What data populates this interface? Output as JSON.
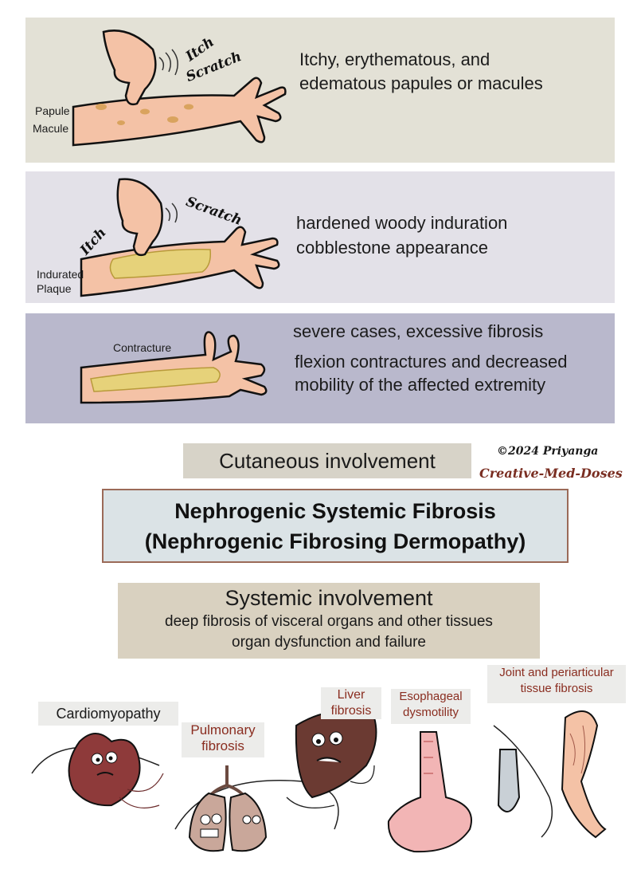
{
  "panels": [
    {
      "handwritten": [
        "Itch",
        "Scratch"
      ],
      "labels": [
        "Papule",
        "Macule"
      ],
      "description": [
        "Itchy, erythematous, and",
        "edematous papules or macules"
      ]
    },
    {
      "handwritten": [
        "Itch",
        "Scratch"
      ],
      "labels": [
        "Indurated",
        "Plaque"
      ],
      "description": [
        "hardened woody induration",
        "cobblestone appearance"
      ]
    },
    {
      "labels": [
        "Contracture"
      ],
      "description": [
        "severe cases, excessive fibrosis",
        "flexion contractures and decreased",
        "mobility of the affected extremity"
      ]
    }
  ],
  "cutaneous_title": "Cutaneous involvement",
  "credit": {
    "line1": "©2024 Priyanga",
    "line2": "Creative-Med-Doses"
  },
  "main_title": {
    "line1": "Nephrogenic Systemic Fibrosis",
    "line2": "(Nephrogenic Fibrosing Dermopathy)"
  },
  "systemic": {
    "title": "Systemic involvement",
    "lines": [
      "deep fibrosis of visceral organs and other tissues",
      "organ dysfunction and failure"
    ]
  },
  "organs": [
    {
      "label": "Cardiomyopathy"
    },
    {
      "label_lines": [
        "Pulmonary",
        "fibrosis"
      ]
    },
    {
      "label_lines": [
        "Liver",
        "fibrosis"
      ]
    },
    {
      "label_lines": [
        "Esophageal",
        "dysmotility"
      ]
    },
    {
      "label_lines": [
        "Joint and periarticular",
        "tissue fibrosis"
      ]
    }
  ],
  "colors": {
    "skin": "#f4c2a6",
    "fibrosis": "#e6d27a",
    "organ_dark": "#6b3a32",
    "heart": "#8e3a3a",
    "accent_red": "#8a2d20"
  }
}
